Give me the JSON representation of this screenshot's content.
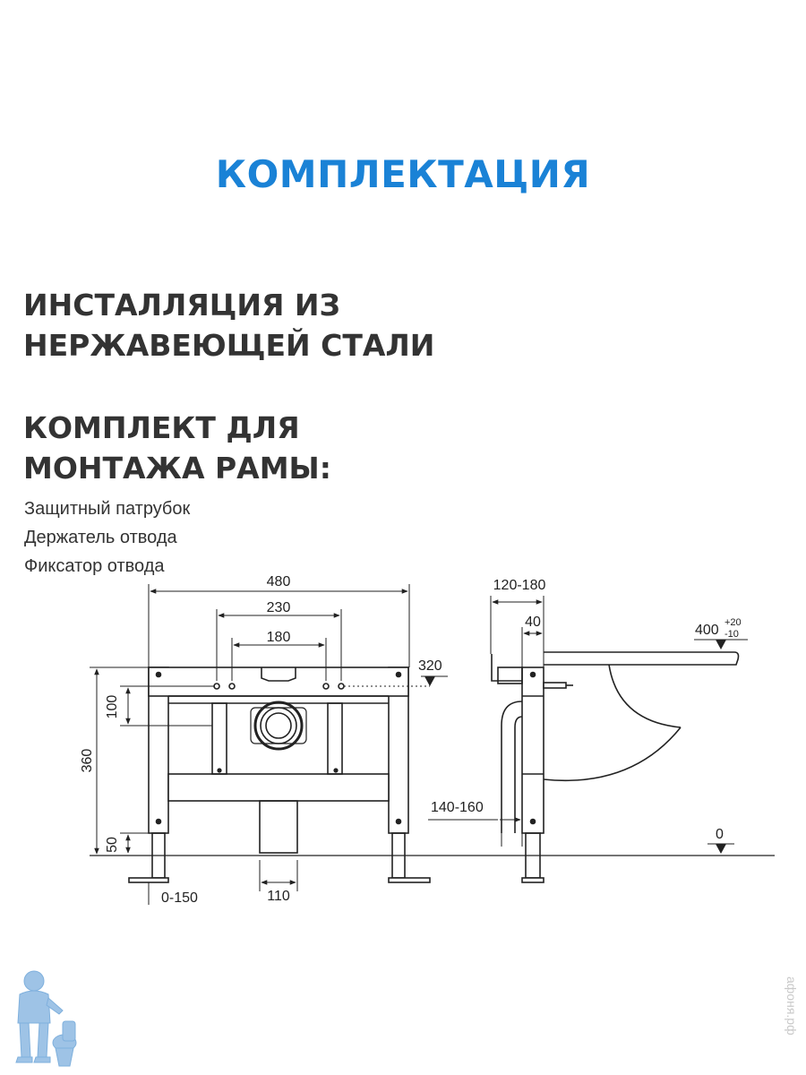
{
  "title": "КОМПЛЕКТАЦИЯ",
  "heading1": [
    "ИНСТАЛЛЯЦИЯ ИЗ",
    "НЕРЖАВЕЮЩЕЙ СТАЛИ"
  ],
  "heading2": [
    "КОМПЛЕКТ ДЛЯ",
    "МОНТАЖА РАМЫ:"
  ],
  "kit_items": [
    "Защитный патрубок",
    "Держатель отвода",
    "Фиксатор отвода"
  ],
  "dimensions": {
    "width_480": "480",
    "width_230": "230",
    "width_180": "180",
    "height_320": "320",
    "height_100": "100",
    "height_360": "360",
    "height_50": "50",
    "adjust_0_150": "0-150",
    "pipe_110": "110",
    "depth_120_180": "120-180",
    "depth_40": "40",
    "bowl_400": "400",
    "tol_plus": "+20",
    "tol_minus": "-10",
    "depth_140_160": "140-160",
    "floor_0": "0"
  },
  "watermark": "афоня.рф",
  "colors": {
    "accent": "#1a82d6",
    "text": "#333333",
    "line": "#222222",
    "mascot": "#9ec3e6"
  }
}
